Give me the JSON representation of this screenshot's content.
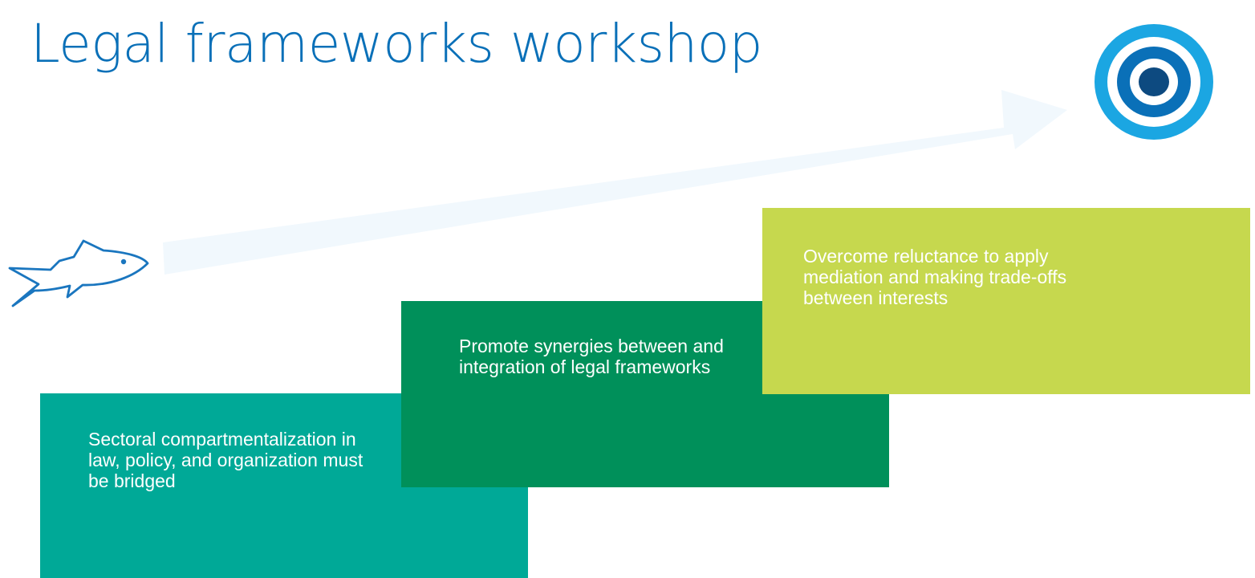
{
  "title": "Legal frameworks workshop",
  "colors": {
    "title": "#0a70b8",
    "arrow": "#f1f8fd",
    "step_1": "#00a997",
    "step_2": "#00905a",
    "step_3": "#c6d84e",
    "target_outer": "#1ba6e2",
    "target_mid": "#0a70b8",
    "target_inner": "#0d4a80",
    "fish_outline": "#1a76bf"
  },
  "icons": {
    "start": "fish-icon",
    "goal": "target-icon"
  },
  "steps": [
    {
      "text": "Sectoral compartmentalization in law, policy, and organization must be bridged"
    },
    {
      "text": "Promote synergies between and integration of legal frameworks"
    },
    {
      "text": "Overcome reluctance to apply mediation and making trade-offs between interests"
    }
  ]
}
